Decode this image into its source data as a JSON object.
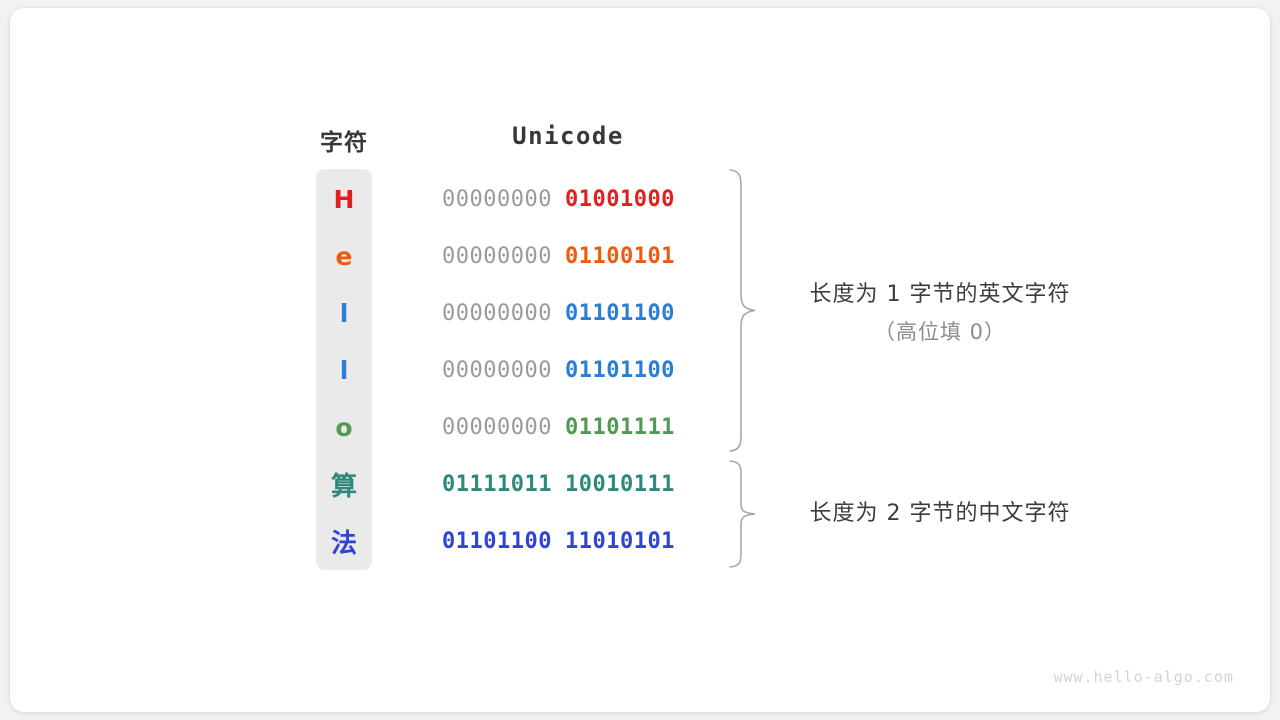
{
  "headers": {
    "char_column": "字符",
    "unicode_column": "Unicode"
  },
  "colors": {
    "red": "#e02020",
    "orange": "#f05a10",
    "blue": "#2a7fd4",
    "green": "#529a52",
    "teal": "#2c8a7d",
    "indigo": "#2f43d6",
    "gray_bits": "#9a9a9a",
    "panel_bg": "#eaeaea",
    "card_bg": "#ffffff",
    "page_bg": "#f2f2f2",
    "text_dark": "#37383a",
    "text_muted": "#8c8c8c",
    "brace": "#a8a8a8"
  },
  "rows": [
    {
      "char": "H",
      "color": "#e02020",
      "high_byte": "00000000",
      "low_byte": "01001000",
      "high_colored": false,
      "cjk": false
    },
    {
      "char": "e",
      "color": "#f05a10",
      "high_byte": "00000000",
      "low_byte": "01100101",
      "high_colored": false,
      "cjk": false
    },
    {
      "char": "l",
      "color": "#2a7fd4",
      "high_byte": "00000000",
      "low_byte": "01101100",
      "high_colored": false,
      "cjk": false
    },
    {
      "char": "l",
      "color": "#2a7fd4",
      "high_byte": "00000000",
      "low_byte": "01101100",
      "high_colored": false,
      "cjk": false
    },
    {
      "char": "o",
      "color": "#529a52",
      "high_byte": "00000000",
      "low_byte": "01101111",
      "high_colored": false,
      "cjk": false
    },
    {
      "char": "算",
      "color": "#2c8a7d",
      "high_byte": "01111011",
      "low_byte": "10010111",
      "high_colored": true,
      "cjk": true
    },
    {
      "char": "法",
      "color": "#2f43d6",
      "high_byte": "01101100",
      "low_byte": "11010101",
      "high_colored": true,
      "cjk": true
    }
  ],
  "annotations": [
    {
      "line1": "长度为 1 字节的英文字符",
      "line2": "（高位填 0）"
    },
    {
      "line1": "长度为 2 字节的中文字符",
      "line2": ""
    }
  ],
  "watermark": "www.hello-algo.com"
}
